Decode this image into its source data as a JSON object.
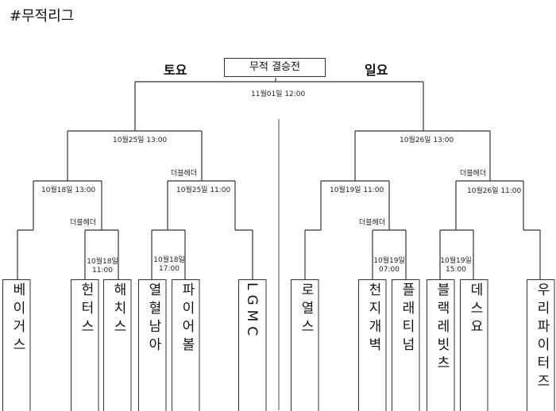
{
  "league_title": "#무적리그",
  "saturday_label": "토요",
  "sunday_label": "일요",
  "final": {
    "title": "무적 결승전",
    "time": "11월01일 12:00"
  },
  "left": {
    "semi_time": "10월25일 13:00",
    "q1_time": "10월18일 13:00",
    "q1_double_header": "더블헤더",
    "r1_time_a": "10월18일",
    "r1_time_b": "11:00",
    "q2_double_header": "더블헤더",
    "q2_time": "10월25일 11:00",
    "r2_time_a": "10월18일",
    "r2_time_b": "17:00"
  },
  "right": {
    "semi_time": "10월26일 13:00",
    "q1_time": "10월19일 11:00",
    "q1_double_header": "더블헤더",
    "r1_time_a": "10월19일",
    "r1_time_b": "07:00",
    "q2_double_header": "더블헤더",
    "q2_time": "10월26일 11:00",
    "r2_time_a": "10월19일",
    "r2_time_b": "15:00"
  },
  "teams": [
    "베이거스",
    "헌터스",
    "해치스",
    "열혈남아",
    "파이어볼",
    "LGMC",
    "로열스",
    "천지개벽",
    "플래티넘",
    "블랙레빗츠",
    "데스요",
    "우리파이터즈"
  ]
}
